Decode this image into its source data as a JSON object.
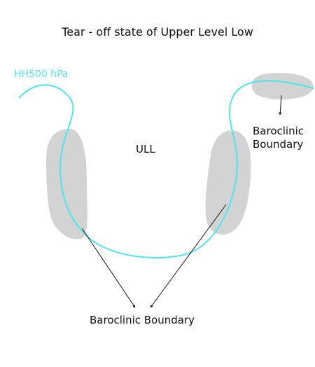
{
  "title": "Tear - off  state of Upper Level Low",
  "curve_label": "HH500 hPa",
  "center_label": "ULL",
  "boundary_label_right_line1": "Baroclinic",
  "boundary_label_right_line2": "Boundary",
  "boundary_label_bottom": "Baroclinic Boundary",
  "colors": {
    "contour": "#4de6ee",
    "boundary_fill": "#d3d3d3",
    "arrow": "#111111",
    "background": "#ffffff"
  }
}
